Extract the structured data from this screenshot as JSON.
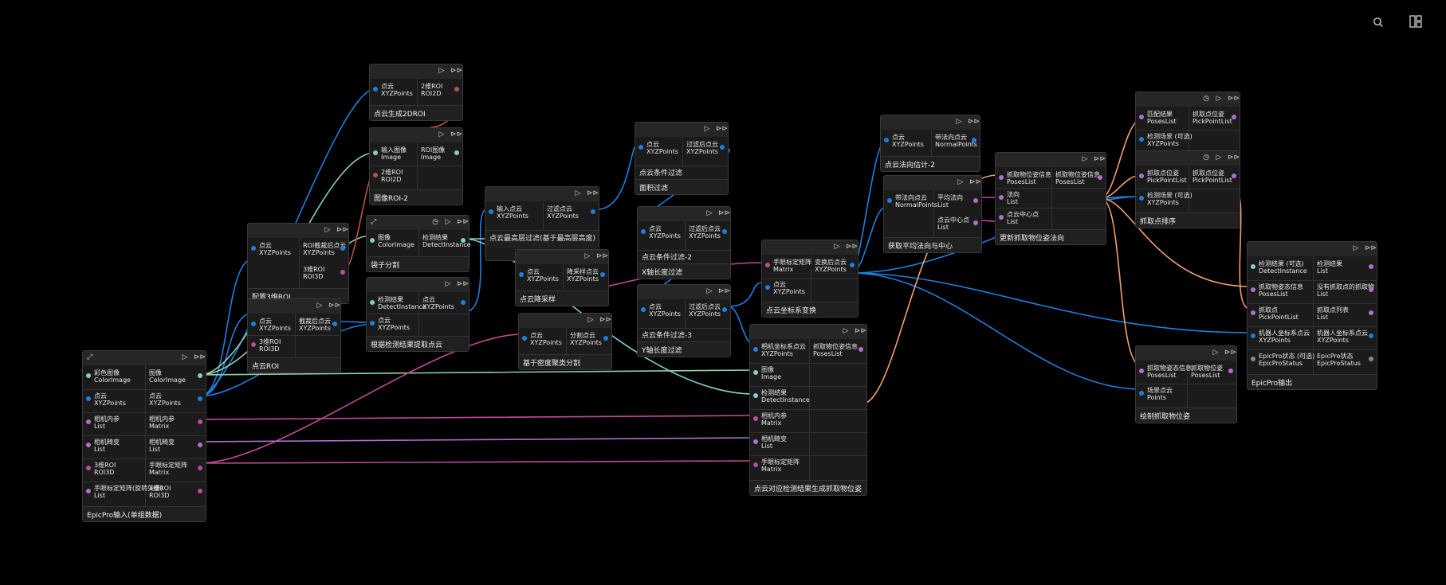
{
  "colors": {
    "blue": "#1e7fe0",
    "green": "#8fd0a8",
    "magenta": "#c04a9a",
    "orange": "#f0a070",
    "purple": "#b06fd0",
    "red": "#c0504a",
    "teal": "#7ed0d0"
  },
  "toolbar": {
    "search_icon": "search-icon",
    "layout_icon": "layout-grid-icon"
  },
  "nodes": {
    "input": {
      "title": "EpicPro输入(单组数据)",
      "in": [
        [
          "彩色图像",
          "ColorImage"
        ],
        [
          "点云",
          "XYZPoints"
        ],
        [
          "相机内参",
          "List"
        ],
        [
          "相机畸变",
          "List"
        ],
        [
          "3维ROI",
          "ROI3D"
        ],
        [
          "手眼标定矩阵(旋转矢量)",
          "List"
        ]
      ],
      "out": [
        [
          "图像",
          "ColorImage"
        ],
        [
          "点云",
          "XYZPoints"
        ],
        [
          "相机内参",
          "Matrix"
        ],
        [
          "相机畸变",
          "List"
        ],
        [
          "手眼标定矩阵",
          "Matrix"
        ],
        [
          "3维ROI",
          "ROI3D"
        ]
      ]
    },
    "roi3d": {
      "title": "配置3维ROI",
      "in": [
        [
          "点云",
          "XYZPoints"
        ]
      ],
      "out": [
        [
          "ROI截裁后点云",
          "XYZPoints"
        ],
        [
          "3维ROI",
          "ROI3D"
        ]
      ]
    },
    "cloudroi": {
      "title": "点云ROI",
      "in": [
        [
          "点云",
          "XYZPoints"
        ],
        [
          "3维ROI",
          "ROI3D"
        ]
      ],
      "out": [
        [
          "截裁后点云",
          "XYZPoints"
        ]
      ]
    },
    "roi2d": {
      "title": "点云生成2DROI",
      "in": [
        [
          "点云",
          "XYZPoints"
        ]
      ],
      "out": [
        [
          "2维ROI",
          "ROI2D"
        ]
      ]
    },
    "imgroi": {
      "title": "图像ROI-2",
      "in": [
        [
          "输入图像",
          "Image"
        ],
        [
          "2维ROI",
          "ROI2D"
        ]
      ],
      "out": [
        [
          "ROI图像",
          "Image"
        ]
      ]
    },
    "bagseg": {
      "title": "袋子分割",
      "in": [
        [
          "图像",
          "ColorImage"
        ]
      ],
      "out": [
        [
          "检测结果",
          "DetectInstance"
        ]
      ]
    },
    "extract": {
      "title": "根据检测结果提取点云",
      "in": [
        [
          "检测结果",
          "DetectInstance"
        ],
        [
          "点云",
          "XYZPoints"
        ]
      ],
      "out": [
        [
          "点云",
          "XYZPoints"
        ]
      ]
    },
    "topfilter": {
      "title": "点云最高层过滤(基于最高层高度)",
      "in": [
        [
          "输入点云",
          "XYZPoints"
        ]
      ],
      "out": [
        [
          "过滤点云",
          "XYZPoints"
        ]
      ]
    },
    "downsample": {
      "title": "点云降采样",
      "in": [
        [
          "点云",
          "XYZPoints"
        ]
      ],
      "out": [
        [
          "降采样点云",
          "XYZPoints"
        ]
      ]
    },
    "cluster": {
      "title": "基于密度聚类分割",
      "in": [
        [
          "点云",
          "XYZPoints"
        ]
      ],
      "out": [
        [
          "分割点云",
          "XYZPoints"
        ]
      ]
    },
    "cond1": {
      "title": "点云条件过滤",
      "sub": "面积过滤",
      "in": [
        [
          "点云",
          "XYZPoints"
        ]
      ],
      "out": [
        [
          "过滤后点云",
          "XYZPoints"
        ]
      ]
    },
    "cond2": {
      "title": "点云条件过滤-2",
      "sub": "X轴长度过滤",
      "in": [
        [
          "点云",
          "XYZPoints"
        ]
      ],
      "out": [
        [
          "过滤后点云",
          "XYZPoints"
        ]
      ]
    },
    "cond3": {
      "title": "点云条件过滤-3",
      "sub": "Y轴长度过滤",
      "in": [
        [
          "点云",
          "XYZPoints"
        ]
      ],
      "out": [
        [
          "过滤后点云",
          "XYZPoints"
        ]
      ]
    },
    "transform": {
      "title": "点云坐标系变换",
      "in": [
        [
          "手眼标定矩阵",
          "Matrix"
        ],
        [
          "点云",
          "XYZPoints"
        ]
      ],
      "out": [
        [
          "变换后点云",
          "XYZPoints"
        ]
      ]
    },
    "genpose": {
      "title": "点云对应检测结果生成抓取物位姿",
      "in": [
        [
          "相机坐标系点云",
          "XYZPoints"
        ],
        [
          "图像",
          "Image"
        ],
        [
          "检测结果",
          "DetectInstance"
        ],
        [
          "相机内参",
          "Matrix"
        ],
        [
          "相机畸变",
          "List"
        ],
        [
          "手眼标定矩阵",
          "Matrix"
        ]
      ],
      "out": [
        [
          "抓取物位姿信息",
          "PosesList"
        ]
      ]
    },
    "normal": {
      "title": "点云法向估计-2",
      "in": [
        [
          "点云",
          "XYZPoints"
        ]
      ],
      "out": [
        [
          "带法向点云",
          "NormalPoints"
        ]
      ]
    },
    "avgnormal": {
      "title": "获取平均法向与中心",
      "in": [
        [
          "带法向点云",
          "NormalPoints"
        ]
      ],
      "out": [
        [
          "平均法向",
          "List"
        ],
        [
          "点云中心点",
          "List"
        ]
      ]
    },
    "updatepose": {
      "title": "更新抓取物位姿法向",
      "in": [
        [
          "抓取物位姿信息",
          "PosesList"
        ],
        [
          "法向",
          "List"
        ],
        [
          "点云中心点",
          "List"
        ]
      ],
      "out": [
        [
          "抓取物位姿信息",
          "PosesList"
        ]
      ]
    },
    "match": {
      "title": "",
      "in": [
        [
          "匹配结果",
          "PosesList"
        ],
        [
          "检测场景 (可选)",
          "XYZPoints"
        ]
      ],
      "out": [
        [
          "抓取点位姿",
          "PickPointList"
        ]
      ]
    },
    "sort": {
      "title": "抓取点排序",
      "in": [
        [
          "抓取点位姿",
          "PickPointList"
        ],
        [
          "检测场景 (可选)",
          "XYZPoints"
        ]
      ],
      "out": [
        [
          "抓取点位姿",
          "PickPointList"
        ]
      ]
    },
    "draw": {
      "title": "绘制抓取物位姿",
      "in": [
        [
          "抓取物姿态信息",
          "PosesList"
        ],
        [
          "场景点云",
          "Points"
        ]
      ],
      "out": [
        [
          "抓取物位姿",
          "PosesList"
        ]
      ]
    },
    "output": {
      "title": "EpicPro输出",
      "in": [
        [
          "检测结果 (可选)",
          "DetectInstance"
        ],
        [
          "抓取物姿态信息",
          "PosesList"
        ],
        [
          "抓取点",
          "PickPointList"
        ],
        [
          "机器人坐标系点云",
          "XYZPoints"
        ],
        [
          "EpicPro状态 (可选)",
          "EpicProStatus"
        ]
      ],
      "out": [
        [
          "检测结果",
          "List"
        ],
        [
          "没有抓取点的抓取物",
          "List"
        ],
        [
          "抓取点列表",
          "List"
        ],
        [
          "机器人坐标系点云",
          "XYZPoints"
        ],
        [
          "EpicPro状态",
          "EpicProStatus"
        ]
      ]
    }
  }
}
